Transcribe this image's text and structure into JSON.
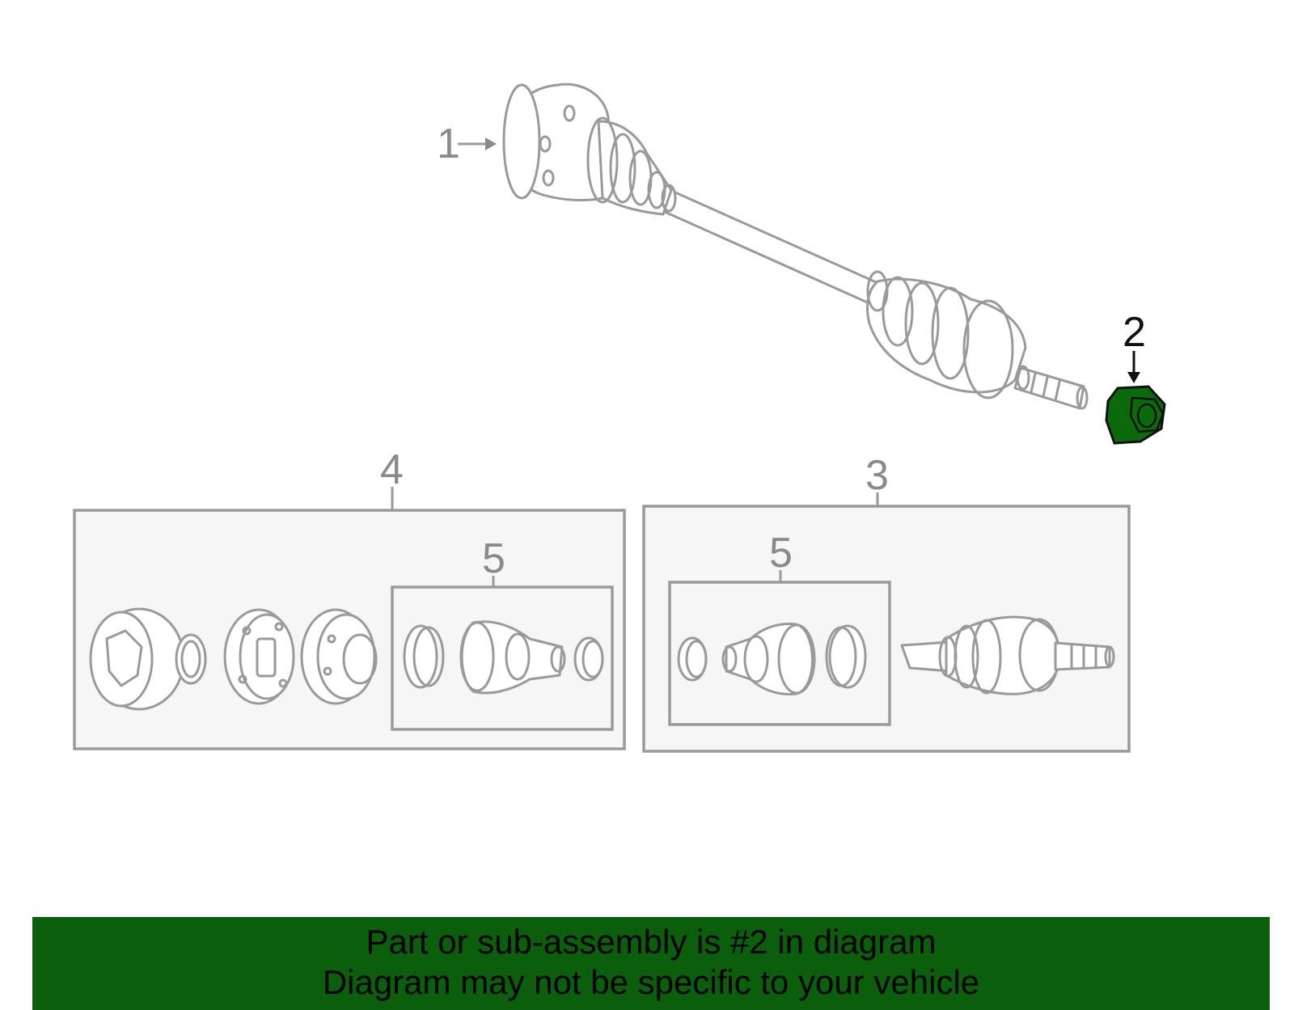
{
  "callouts": {
    "c1": "1",
    "c2": "2",
    "c3": "3",
    "c4": "4",
    "c5a": "5",
    "c5b": "5"
  },
  "highlight": {
    "part": "2",
    "color": "#0b6a0b"
  },
  "banner": {
    "line1": "Part or sub-assembly is #2 in diagram",
    "line2": "Diagram may not be specific to your vehicle",
    "background": "#0b5e0b"
  }
}
